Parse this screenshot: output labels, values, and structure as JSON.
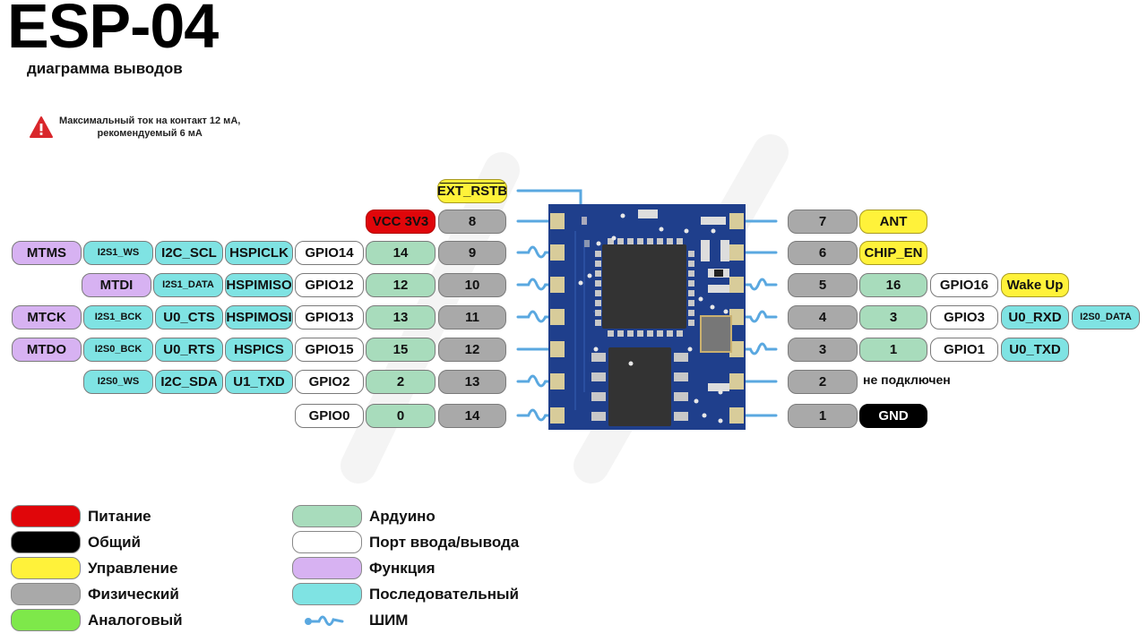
{
  "header": {
    "title": "ESP-04",
    "subtitle": "диаграмма выводов"
  },
  "warning": {
    "icon": "warning-triangle-icon",
    "line1": "Максимальный ток на контакт 12 мА,",
    "line2": "рекомендуемый 6 мА"
  },
  "colors": {
    "power": "#e0060a",
    "ground": "#000000",
    "control": "#fff23a",
    "physical": "#a9a9a9",
    "analog": "#7ee84a",
    "arduino": "#a8dcbc",
    "io_port": "#ffffff",
    "function": "#d7b2f2",
    "serial": "#7fe3e3",
    "pwm_line": "#5aa8e0",
    "pcb": "#1f3f8c"
  },
  "top_pin": {
    "label": "EXT_RSTB",
    "type": "control"
  },
  "left_pins": [
    {
      "physical": "8",
      "labels": [
        {
          "text": "VCC 3V3",
          "type": "power"
        }
      ],
      "pwm": false
    },
    {
      "physical": "9",
      "arduino": "14",
      "gpio": "GPIO14",
      "pwm": true,
      "labels": [
        {
          "text": "HSPICLK",
          "type": "serial"
        },
        {
          "text": "I2C_SCL",
          "type": "serial"
        },
        {
          "text": "I2S1_WS",
          "type": "serial"
        },
        {
          "text": "MTMS",
          "type": "function"
        }
      ]
    },
    {
      "physical": "10",
      "arduino": "12",
      "gpio": "GPIO12",
      "pwm": true,
      "labels": [
        {
          "text": "HSPIMISO",
          "type": "serial"
        },
        {
          "text": "I2S1_DATA",
          "type": "serial"
        },
        {
          "text": "MTDI",
          "type": "function"
        }
      ]
    },
    {
      "physical": "11",
      "arduino": "13",
      "gpio": "GPIO13",
      "pwm": true,
      "labels": [
        {
          "text": "HSPIMOSI",
          "type": "serial"
        },
        {
          "text": "U0_CTS",
          "type": "serial"
        },
        {
          "text": "I2S1_BCK",
          "type": "serial"
        },
        {
          "text": "MTCK",
          "type": "function"
        }
      ]
    },
    {
      "physical": "12",
      "arduino": "15",
      "gpio": "GPIO15",
      "pwm": false,
      "labels": [
        {
          "text": "HSPICS",
          "type": "serial"
        },
        {
          "text": "U0_RTS",
          "type": "serial"
        },
        {
          "text": "I2S0_BCK",
          "type": "serial"
        },
        {
          "text": "MTDO",
          "type": "function"
        }
      ]
    },
    {
      "physical": "13",
      "arduino": "2",
      "gpio": "GPIO2",
      "pwm": true,
      "labels": [
        {
          "text": "U1_TXD",
          "type": "serial"
        },
        {
          "text": "I2C_SDA",
          "type": "serial"
        },
        {
          "text": "I2S0_WS",
          "type": "serial"
        }
      ]
    },
    {
      "physical": "14",
      "arduino": "0",
      "gpio": "GPIO0",
      "pwm": true,
      "labels": []
    }
  ],
  "right_pins": [
    {
      "physical": "7",
      "pwm": false,
      "labels": [
        {
          "text": "ANT",
          "type": "control"
        }
      ]
    },
    {
      "physical": "6",
      "pwm": false,
      "labels": [
        {
          "text": "CHIP_EN",
          "type": "control"
        }
      ]
    },
    {
      "physical": "5",
      "arduino": "16",
      "gpio": "GPIO16",
      "pwm": true,
      "labels": [
        {
          "text": "Wake Up",
          "type": "control"
        }
      ]
    },
    {
      "physical": "4",
      "arduino": "3",
      "gpio": "GPIO3",
      "pwm": true,
      "labels": [
        {
          "text": "U0_RXD",
          "type": "serial"
        },
        {
          "text": "I2S0_DATA",
          "type": "serial"
        }
      ]
    },
    {
      "physical": "3",
      "arduino": "1",
      "gpio": "GPIO1",
      "pwm": true,
      "labels": [
        {
          "text": "U0_TXD",
          "type": "serial"
        }
      ]
    },
    {
      "physical": "2",
      "pwm": false,
      "note": "не подключен",
      "labels": []
    },
    {
      "physical": "1",
      "pwm": false,
      "labels": [
        {
          "text": "GND",
          "type": "ground"
        }
      ]
    }
  ],
  "legend": {
    "col1": [
      {
        "label": "Питание",
        "type": "power"
      },
      {
        "label": "Общий",
        "type": "ground"
      },
      {
        "label": "Управление",
        "type": "control"
      },
      {
        "label": "Физический",
        "type": "physical"
      },
      {
        "label": "Аналоговый",
        "type": "analog"
      }
    ],
    "col2": [
      {
        "label": "Ардуино",
        "type": "arduino"
      },
      {
        "label": "Порт ввода/вывода",
        "type": "io_port"
      },
      {
        "label": "Функция",
        "type": "function"
      },
      {
        "label": "Последовательный",
        "type": "serial"
      },
      {
        "label": "ШИМ",
        "type": "pwm"
      }
    ]
  }
}
